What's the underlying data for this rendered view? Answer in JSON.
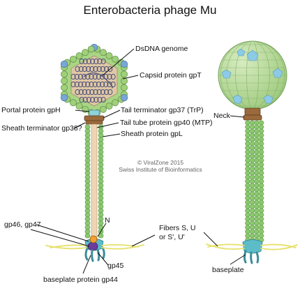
{
  "title": "Enterobacteria phage Mu",
  "credit": {
    "line1": "© ViralZone 2015",
    "line2": "Swiss Institute of Bioinformatics"
  },
  "labels": {
    "dsdna_genome": "DsDNA genome",
    "capsid_protein": "Capsid protein gpT",
    "portal_protein": "Portal protein gpH",
    "tail_terminator": "Tail terminator gp37 (TrP)",
    "tail_tube": "Tail tube protein gp40 (MTP)",
    "sheath_terminator": "Sheath terminator gp38?",
    "sheath_protein": "Sheath protein gpL",
    "gp46_gp47": "gp46, gp47",
    "n": "N",
    "fibers_line1": "Fibers S, U",
    "fibers_line2": "or S', U'",
    "gp45": "gp45",
    "baseplate_protein": "baseplate protein gp44",
    "neck": "Neck",
    "baseplate": "baseplate"
  },
  "colors": {
    "capsid_green": "#9fd07a",
    "capsid_blue": "#7aa6d6",
    "genome_fill": "#e0c8a4",
    "dna_coil": "#4a4f7a",
    "portal": "#8fd2da",
    "tail_terminator": "#9a6a3c",
    "sheath_green": "#8cc870",
    "tube": "#eed6b4",
    "baseplate_teal": "#5cbcc8",
    "gp46": "#f0a030",
    "gp47": "#6a3c9c",
    "fibers": "#e6e06a",
    "sphere_green": "#b4d890",
    "sphere_blue": "#8ccae6"
  }
}
